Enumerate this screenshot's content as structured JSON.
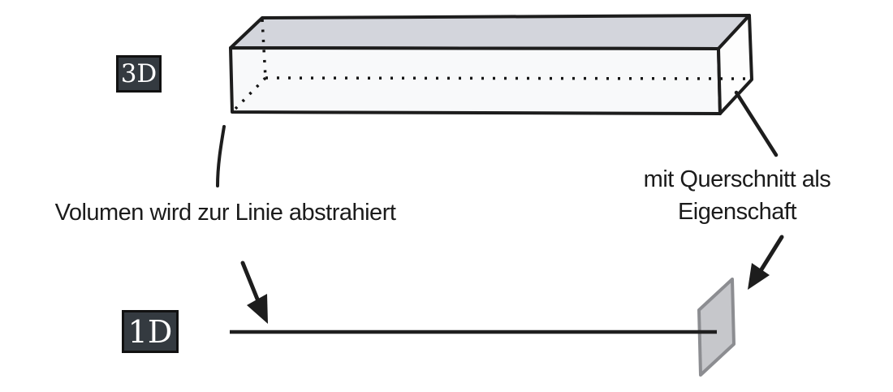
{
  "diagram": {
    "title_semantics": "Abstraction of a 3D volume to a 1D line with cross-section property",
    "badge_3d": {
      "label": "3D"
    },
    "badge_1d": {
      "label": "1D"
    },
    "annotation_left": {
      "text": "Volumen wird zur Linie abstrahiert"
    },
    "annotation_right": {
      "line1": "mit Querschnitt als",
      "line2": "Eigenschaft"
    },
    "colors": {
      "background": "#ffffff",
      "ink": "#1d1d1d",
      "badge_bg": "#343a40",
      "badge_text": "#ffffff",
      "beam_top_fill": "#d3d5dc",
      "beam_front_fill": "#f8f9fa",
      "beam_end_fill": "#fdfdfd",
      "cross_section_fill": "#c6c7cb",
      "cross_section_stroke": "#8c8d91"
    }
  }
}
